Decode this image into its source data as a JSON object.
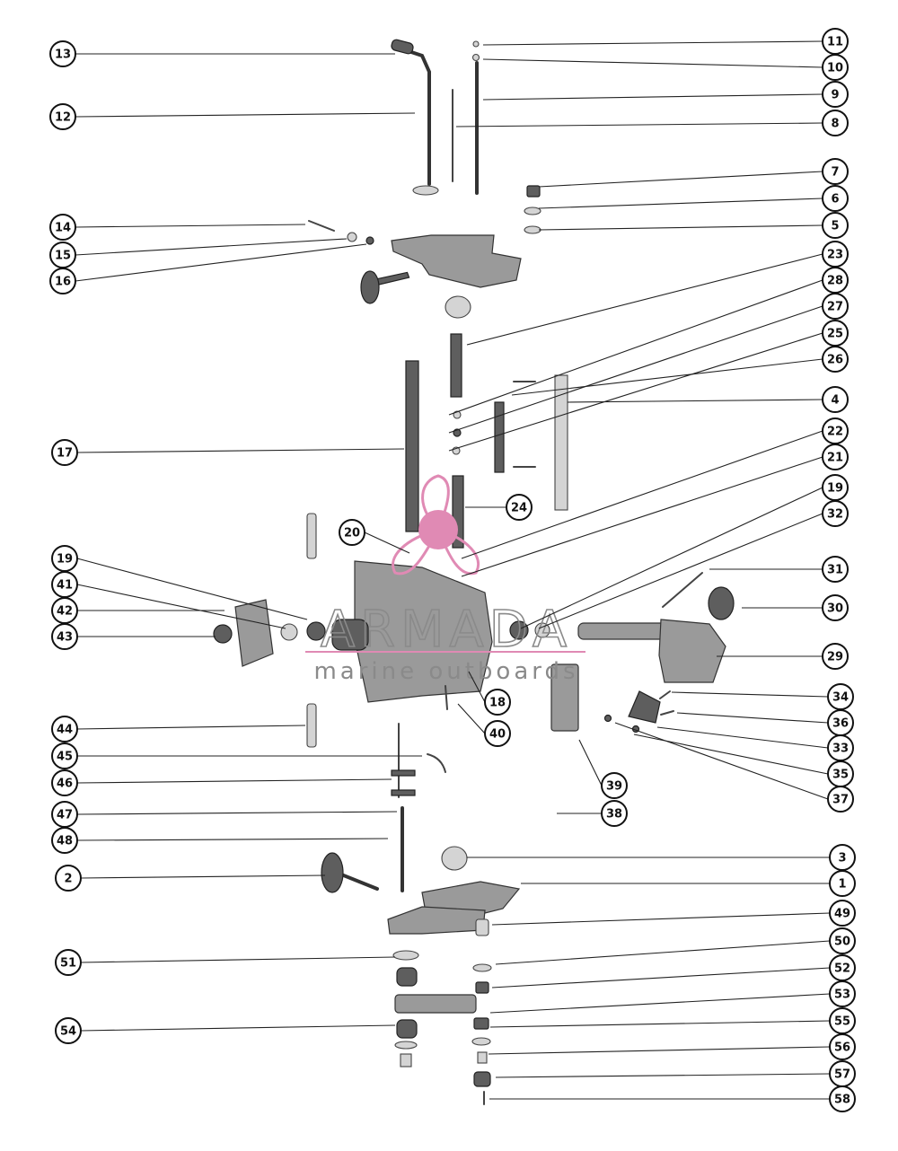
{
  "watermark": {
    "title": "ARMADA",
    "subtitle": "marine outboards",
    "accent_color": "#e08ab4",
    "text_color": "#8a8a8a"
  },
  "callouts": {
    "left": [
      "13",
      "12",
      "14",
      "15",
      "16",
      "17",
      "20",
      "19",
      "41",
      "42",
      "43",
      "44",
      "45",
      "46",
      "47",
      "48",
      "2",
      "51",
      "54"
    ],
    "right": [
      "11",
      "10",
      "9",
      "8",
      "7",
      "6",
      "5",
      "23",
      "28",
      "27",
      "25",
      "26",
      "4",
      "22",
      "21",
      "24",
      "19",
      "32",
      "31",
      "30",
      "29",
      "34",
      "36",
      "33",
      "35",
      "37",
      "39",
      "38",
      "18",
      "40",
      "3",
      "1",
      "49",
      "50",
      "52",
      "53",
      "55",
      "56",
      "57",
      "58"
    ]
  }
}
